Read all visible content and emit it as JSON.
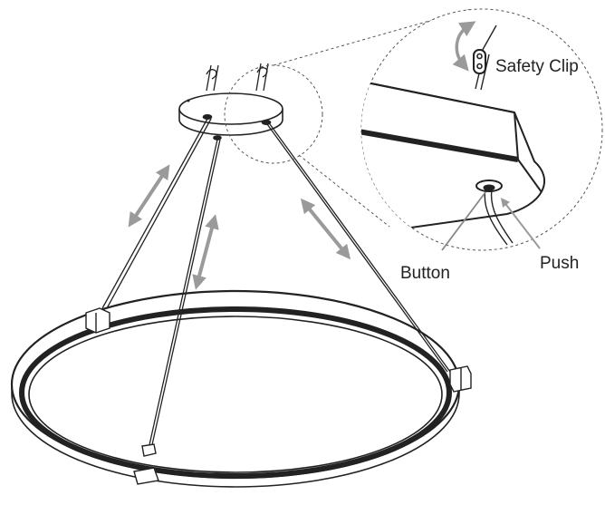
{
  "labels": {
    "safety_clip": "Safety Clip",
    "push": "Push",
    "button": "Button"
  },
  "colors": {
    "line": "#222222",
    "arrow": "#9a9a9a",
    "background": "#ffffff"
  },
  "icons": [
    "adjust-arrow-icon",
    "safety-clip-icon",
    "push-arrow-icon"
  ]
}
